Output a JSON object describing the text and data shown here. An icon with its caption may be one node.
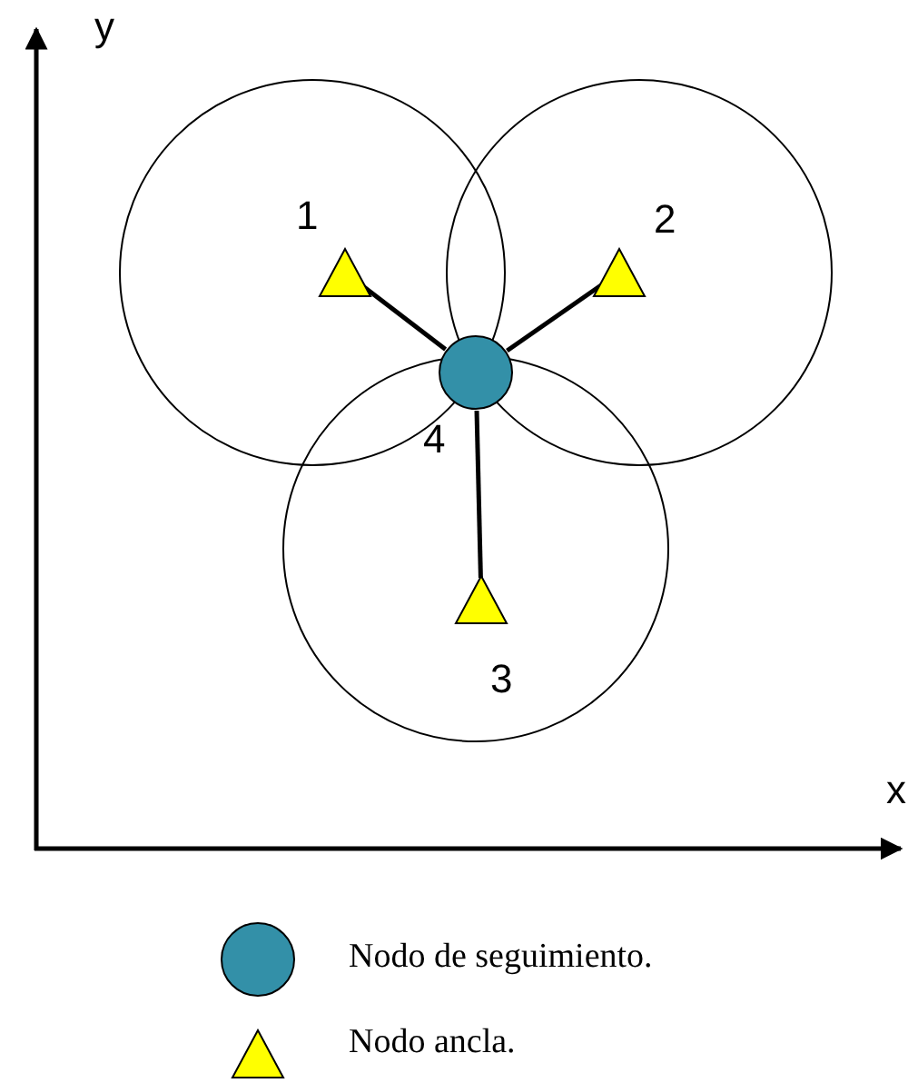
{
  "diagram": {
    "nodes": [
      {
        "text": [
          "1"
        ]
      },
      {
        "text": [
          "2"
        ]
      },
      {
        "text": [
          "4"
        ]
      },
      {
        "text": [
          "3"
        ]
      }
    ],
    "edges": [
      {
        "from": 2,
        "to": 0,
        "arrow": "none"
      },
      {
        "from": 2,
        "to": 1,
        "arrow": "none"
      },
      {
        "from": 2,
        "to": 3,
        "arrow": "none"
      }
    ],
    "labels": [
      "y",
      "x"
    ],
    "legend": [
      {
        "text": "Nodo de seguimiento."
      },
      {
        "text": "Nodo ancla."
      }
    ]
  }
}
